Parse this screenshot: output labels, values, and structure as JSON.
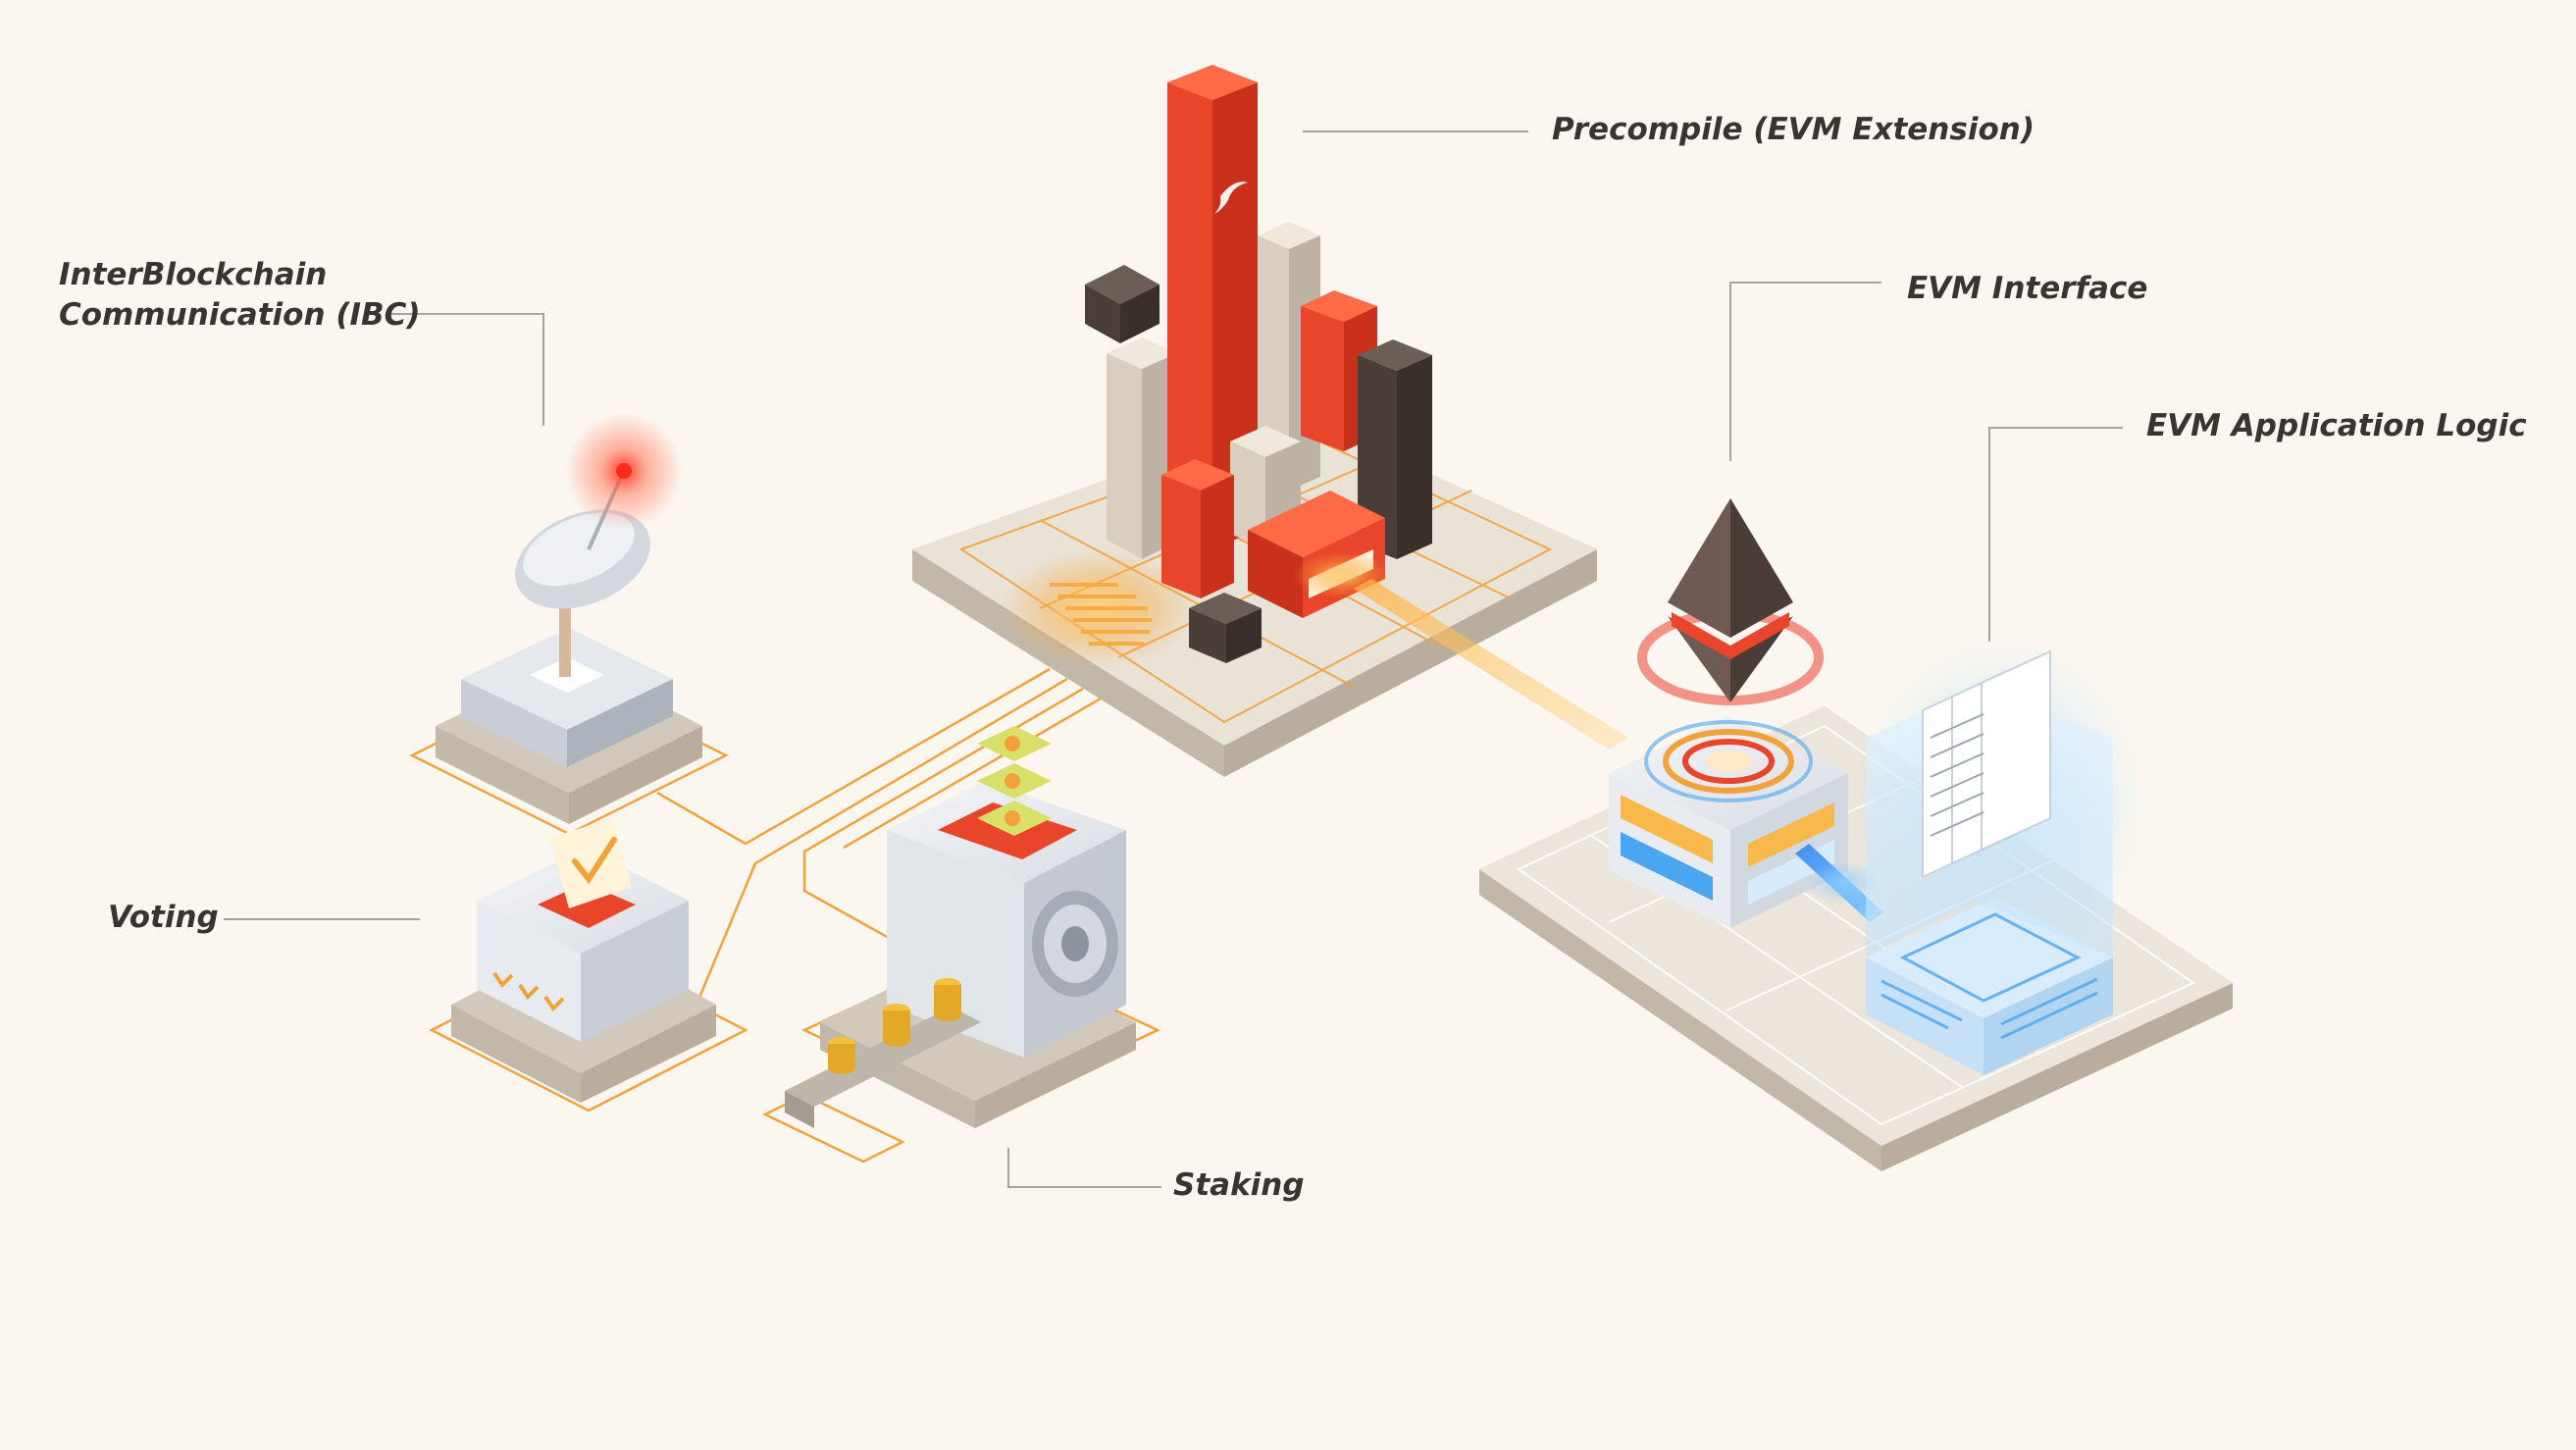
{
  "labels": {
    "precompile": "Precompile (EVM Extension)",
    "evm_interface": "EVM Interface",
    "evm_application_logic": "EVM Application Logic",
    "ibc_line1": "InterBlockchain",
    "ibc_line2": "Communication (IBC)",
    "voting": "Voting",
    "staking": "Staking"
  },
  "colors": {
    "background": "#fbf7f0",
    "accent_red": "#e8452a",
    "accent_orange": "#f2a23a",
    "tower_beige": "#d9cfc1",
    "tower_dark": "#4a3e38",
    "platform": "#e6ded2",
    "glow_blue": "#4aa6f0",
    "label_text": "#3a3430",
    "leader_line": "#a8a39c"
  },
  "icons": {
    "precompile": "bar-tower-cluster-icon",
    "evm_interface": "ethereum-logo-icon",
    "evm_application_logic": "server-documents-icon",
    "ibc": "satellite-dish-icon",
    "voting": "ballot-box-icon",
    "staking": "vault-safe-icon"
  }
}
